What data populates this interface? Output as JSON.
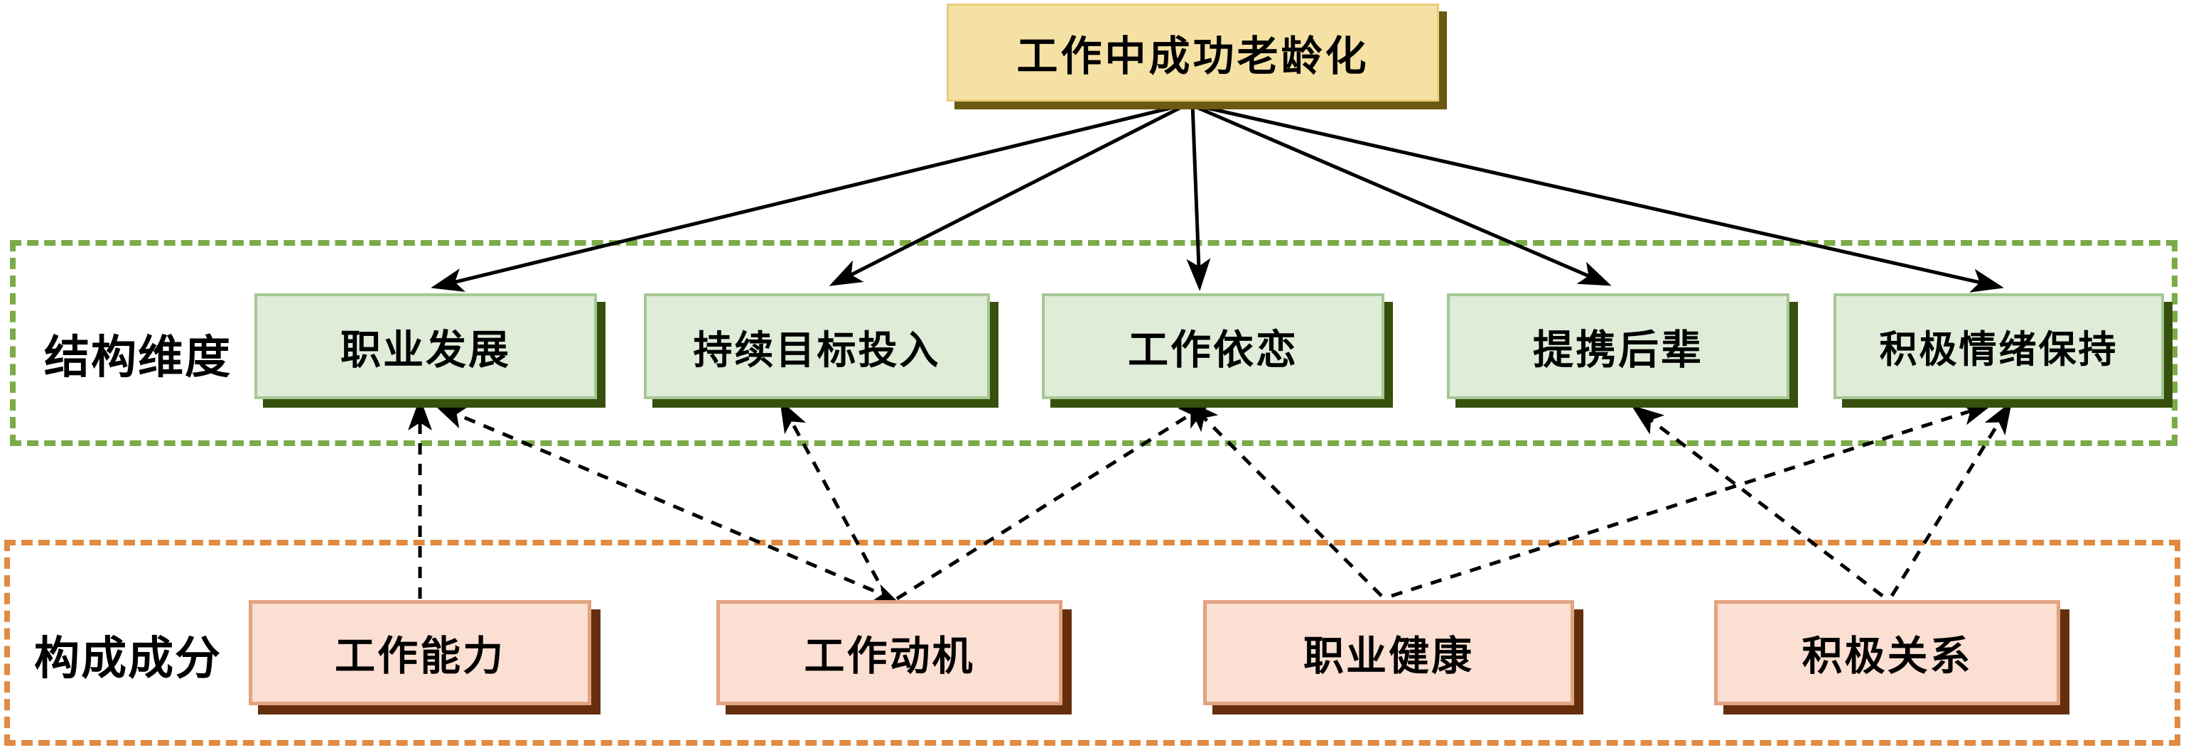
{
  "diagram": {
    "root": {
      "id": "root",
      "label": "工作中成功老龄化"
    },
    "sections": [
      {
        "id": "dimensions",
        "label": "结构维度",
        "frame_color": "#7CAA48",
        "node_fill": "#DFECD8",
        "node_border": "#A6C795",
        "node_shadow": "#36500D",
        "nodes": [
          {
            "id": "career_development",
            "label": "职业发展"
          },
          {
            "id": "continuous_goal_engagement",
            "label": "持续目标投入"
          },
          {
            "id": "work_attachment",
            "label": "工作依恋"
          },
          {
            "id": "mentoring_juniors",
            "label": "提携后辈"
          },
          {
            "id": "positive_emotion_maintenance",
            "label": "积极情绪保持"
          }
        ]
      },
      {
        "id": "components",
        "label": "构成成分",
        "frame_color": "#E08A42",
        "node_fill": "#FADFD2",
        "node_border": "#E2A380",
        "node_shadow": "#652F0D",
        "nodes": [
          {
            "id": "work_ability",
            "label": "工作能力"
          },
          {
            "id": "work_motivation",
            "label": "工作动机"
          },
          {
            "id": "occupational_health",
            "label": "职业健康"
          },
          {
            "id": "positive_relationships",
            "label": "积极关系"
          }
        ]
      }
    ],
    "root_style": {
      "fill": "#F5E1A4",
      "border": "#ECCD7C",
      "shadow": "#6B5912"
    },
    "line_color": "#000000",
    "connections": {
      "solid": [
        {
          "from": "root",
          "to": "career_development"
        },
        {
          "from": "root",
          "to": "continuous_goal_engagement"
        },
        {
          "from": "root",
          "to": "work_attachment"
        },
        {
          "from": "root",
          "to": "mentoring_juniors"
        },
        {
          "from": "root",
          "to": "positive_emotion_maintenance"
        }
      ],
      "dashed": [
        {
          "from": "work_ability",
          "to": "career_development",
          "heads": "end"
        },
        {
          "from": "work_motivation",
          "to": "career_development",
          "heads": "both"
        },
        {
          "from": "work_motivation",
          "to": "continuous_goal_engagement",
          "heads": "end"
        },
        {
          "from": "work_motivation",
          "to": "work_attachment",
          "heads": "end"
        },
        {
          "from": "occupational_health",
          "to": "work_attachment",
          "heads": "end"
        },
        {
          "from": "occupational_health",
          "to": "positive_emotion_maintenance",
          "heads": "end"
        },
        {
          "from": "positive_relationships",
          "to": "mentoring_juniors",
          "heads": "end"
        },
        {
          "from": "positive_relationships",
          "to": "positive_emotion_maintenance",
          "heads": "end"
        }
      ]
    }
  }
}
